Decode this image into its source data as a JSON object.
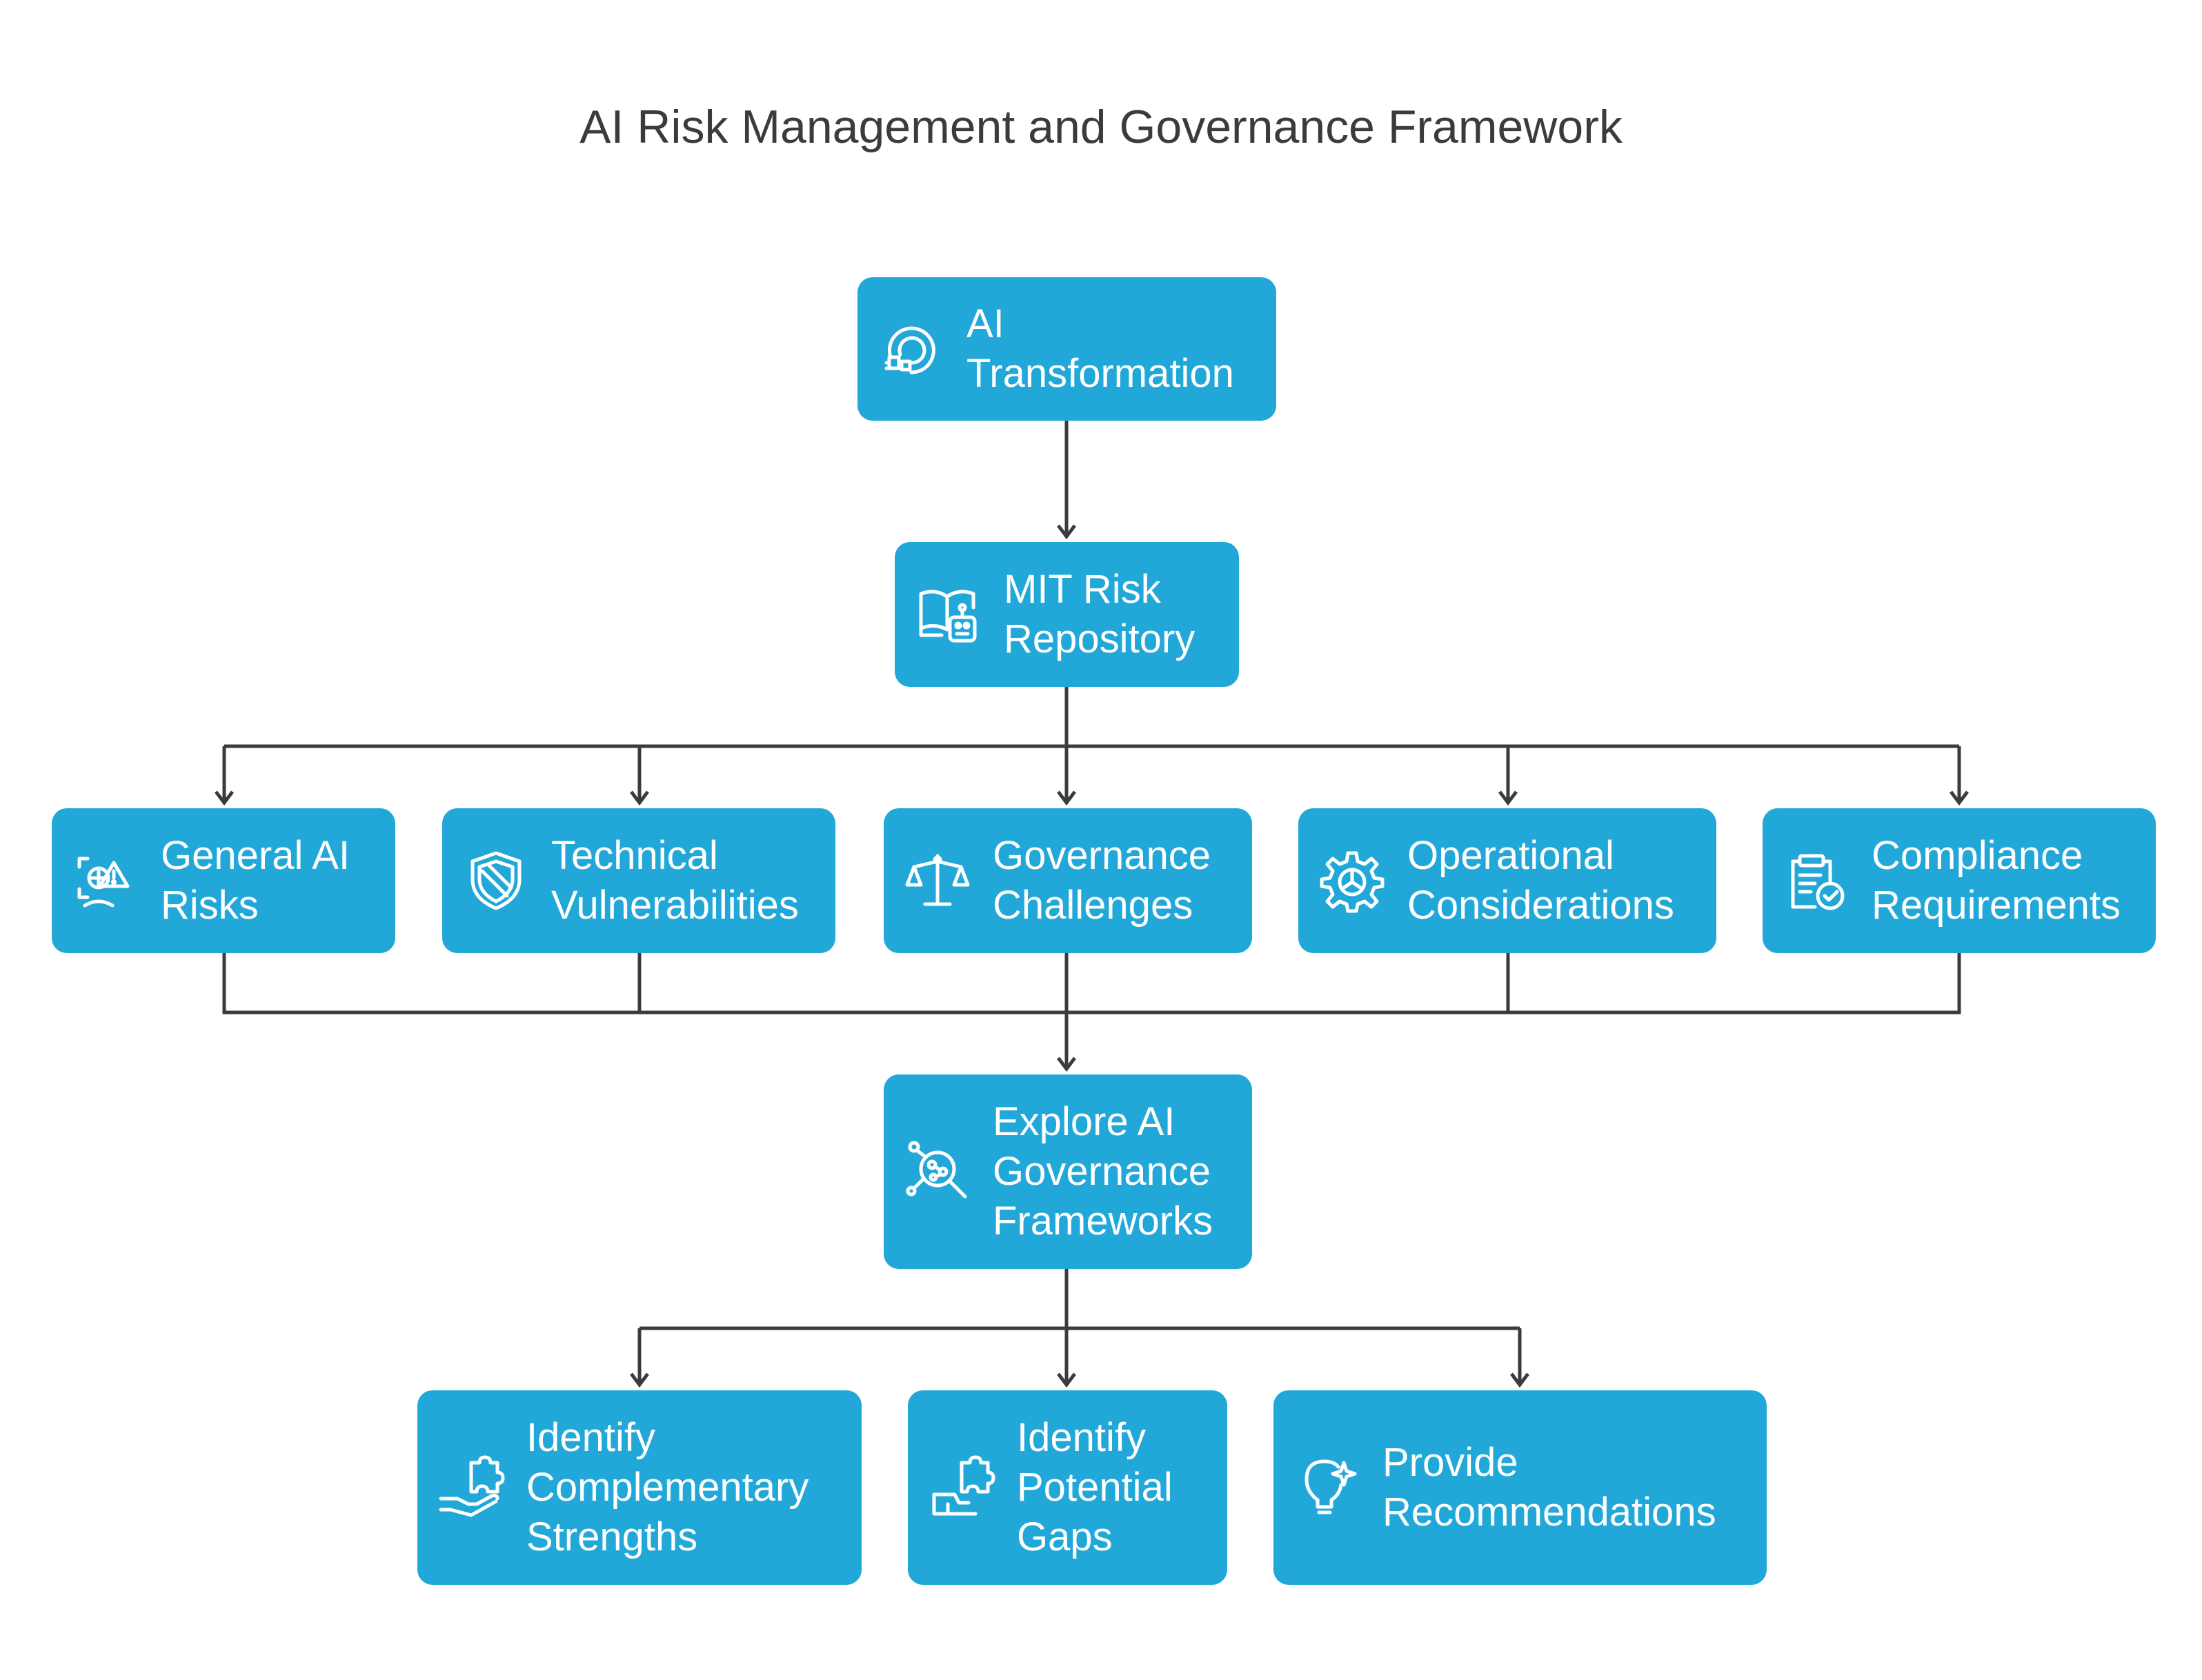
{
  "title": "AI Risk Management and Governance Framework",
  "nodes": {
    "ai_transformation": {
      "label": "AI\nTransformation",
      "icon": "magnet-gauge-icon"
    },
    "mit_risk_repository": {
      "label": "MIT Risk\nRepository",
      "icon": "book-robot-icon"
    },
    "general_ai_risks": {
      "label": "General AI\nRisks",
      "icon": "ai-warning-icon"
    },
    "technical_vulnerabilities": {
      "label": "Technical\nVulnerabilities",
      "icon": "shield-icon"
    },
    "governance_challenges": {
      "label": "Governance\nChallenges",
      "icon": "scales-icon"
    },
    "operational_considerations": {
      "label": "Operational\nConsiderations",
      "icon": "gear-icon"
    },
    "compliance_requirements": {
      "label": "Compliance\nRequirements",
      "icon": "clipboard-check-icon"
    },
    "explore_frameworks": {
      "label": "Explore AI\nGovernance\nFrameworks",
      "icon": "magnifier-network-icon"
    },
    "identify_strengths": {
      "label": "Identify\nComplementary\nStrengths",
      "icon": "hand-puzzle-icon"
    },
    "identify_gaps": {
      "label": "Identify\nPotential\nGaps",
      "icon": "puzzle-piece-icon"
    },
    "provide_recommendations": {
      "label": "Provide\nRecommendations",
      "icon": "lightbulb-icon"
    }
  },
  "colors": {
    "node_fill": "#21a8d8",
    "node_text": "#ffffff",
    "connector": "#3b3b3b",
    "title_text": "#3b3b3b"
  }
}
